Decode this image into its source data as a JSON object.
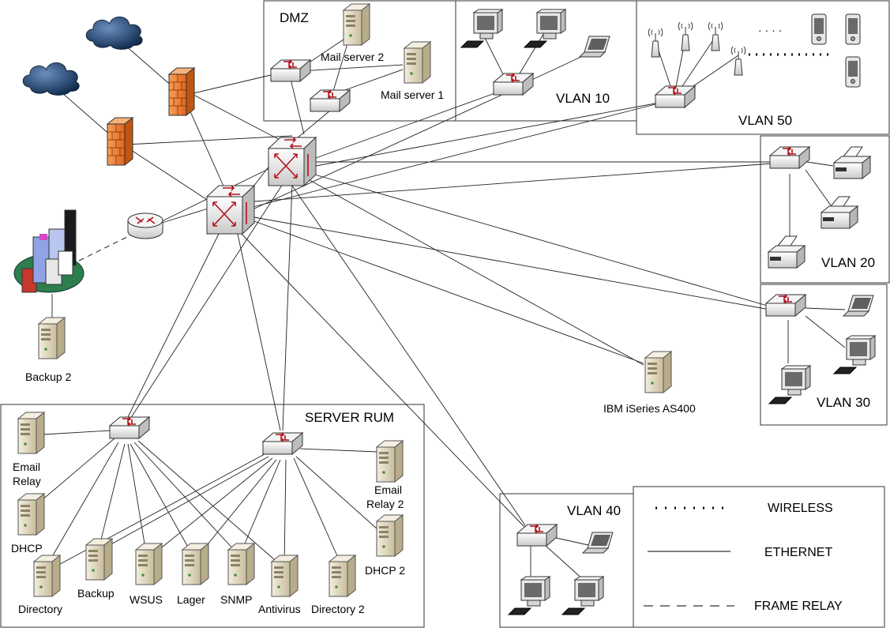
{
  "zones": {
    "dmz": "DMZ",
    "vlan10": "VLAN 10",
    "vlan50": "VLAN 50",
    "vlan20": "VLAN 20",
    "vlan30": "VLAN 30",
    "vlan40": "VLAN 40",
    "server_rum": "SERVER RUM"
  },
  "labels": {
    "mail_server_2": "Mail server 2",
    "mail_server_1": "Mail server 1",
    "backup_2": "Backup 2",
    "ibm": "IBM iSeries AS400",
    "email_relay_a": "Email",
    "email_relay_b": "Relay",
    "dhcp": "DHCP",
    "directory": "Directory",
    "backup": "Backup",
    "wsus": "WSUS",
    "lager": "Lager",
    "snmp": "SNMP",
    "antivirus": "Antivirus",
    "directory_2": "Directory 2",
    "email_relay2_a": "Email",
    "email_relay2_b": "Relay 2",
    "dhcp_2": "DHCP 2",
    "wireless_dots": "· · · ·"
  },
  "legend": {
    "wireless": "WIRELESS",
    "ethernet": "ETHERNET",
    "frame_relay": "FRAME RELAY"
  },
  "colors": {
    "firewall": "#f07d2a",
    "cloud": "#1c3d66",
    "switch_arrow": "#b3121b",
    "server": "#e4dcc6",
    "city_ground": "#2e7d4e"
  }
}
